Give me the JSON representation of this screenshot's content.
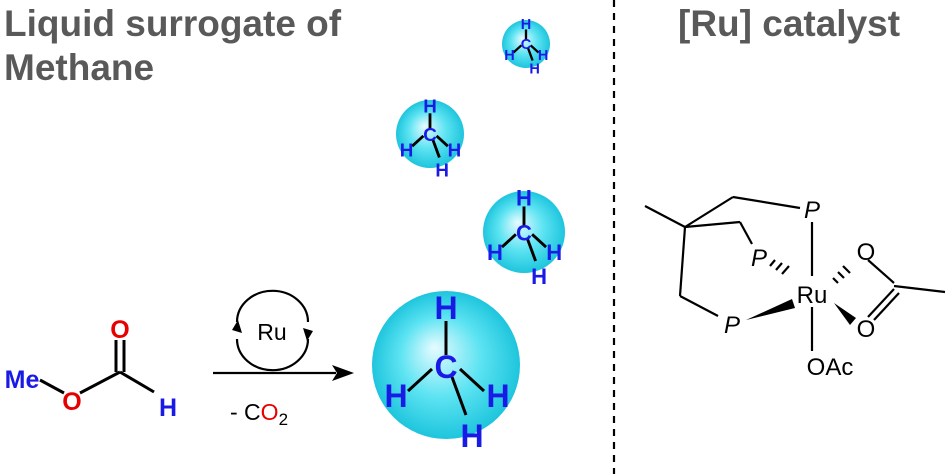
{
  "headings": {
    "left_line1": "Liquid surrogate of",
    "left_line2": "Methane",
    "right": "[Ru] catalyst"
  },
  "reaction": {
    "substituent": "Me",
    "oxygen": "O",
    "hydrogen": "H",
    "catalyst_label": "Ru",
    "byproduct_prefix": "- C",
    "byproduct_oxygen": "O",
    "byproduct_subscript": "2"
  },
  "methane": {
    "carbon": "C",
    "hydrogen": "H"
  },
  "ru_complex": {
    "metal": "Ru",
    "phosphorus": "P",
    "oxygen": "O",
    "acetate": "OAc"
  },
  "colors": {
    "heading": "#595959",
    "carbon_hydrogen_label": "#1a1ae6",
    "oxygen": "#e60000",
    "sphere_light": "#e6fbff",
    "sphere_mid": "#5ce3f2",
    "sphere_dark": "#1ec5dd",
    "bond": "#000000",
    "divider": "#000000"
  }
}
